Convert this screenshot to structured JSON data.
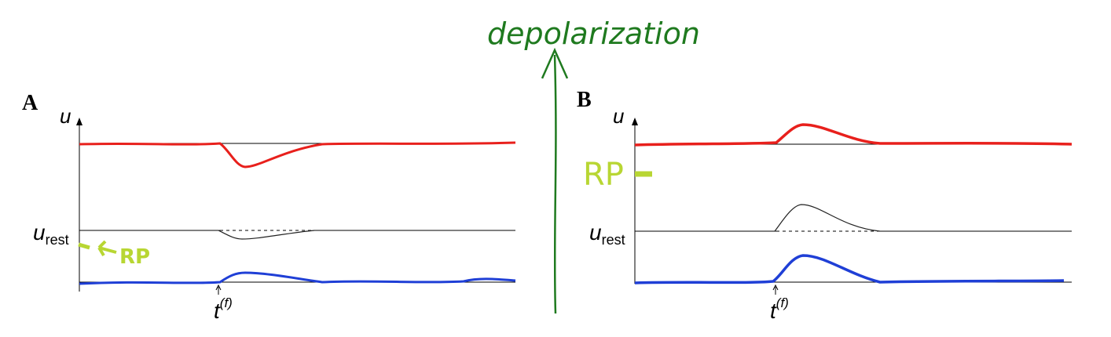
{
  "annotation": {
    "depolarization_label": "depolarization",
    "depolarization_color": "#1f7a1f",
    "rp_color": "#b8d633"
  },
  "panel_a": {
    "letter": "A",
    "y_axis_label": "u",
    "rest_label_main": "u",
    "rest_label_sub": "rest",
    "time_label_main": "t",
    "time_label_sup": "(f)",
    "rp_label": "RP",
    "traces": [
      {
        "name": "top",
        "color": "#e8201c",
        "deflection": "down"
      },
      {
        "name": "middle",
        "color": "#222222",
        "deflection": "down"
      },
      {
        "name": "bottom",
        "color": "#1f3fd6",
        "deflection": "up"
      }
    ]
  },
  "panel_b": {
    "letter": "B",
    "y_axis_label": "u",
    "rest_label_main": "u",
    "rest_label_sub": "rest",
    "time_label_main": "t",
    "time_label_sup": "(f)",
    "rp_label": "RP",
    "traces": [
      {
        "name": "top",
        "color": "#e8201c",
        "deflection": "up"
      },
      {
        "name": "middle",
        "color": "#222222",
        "deflection": "up"
      },
      {
        "name": "bottom",
        "color": "#1f3fd6",
        "deflection": "up"
      }
    ]
  }
}
